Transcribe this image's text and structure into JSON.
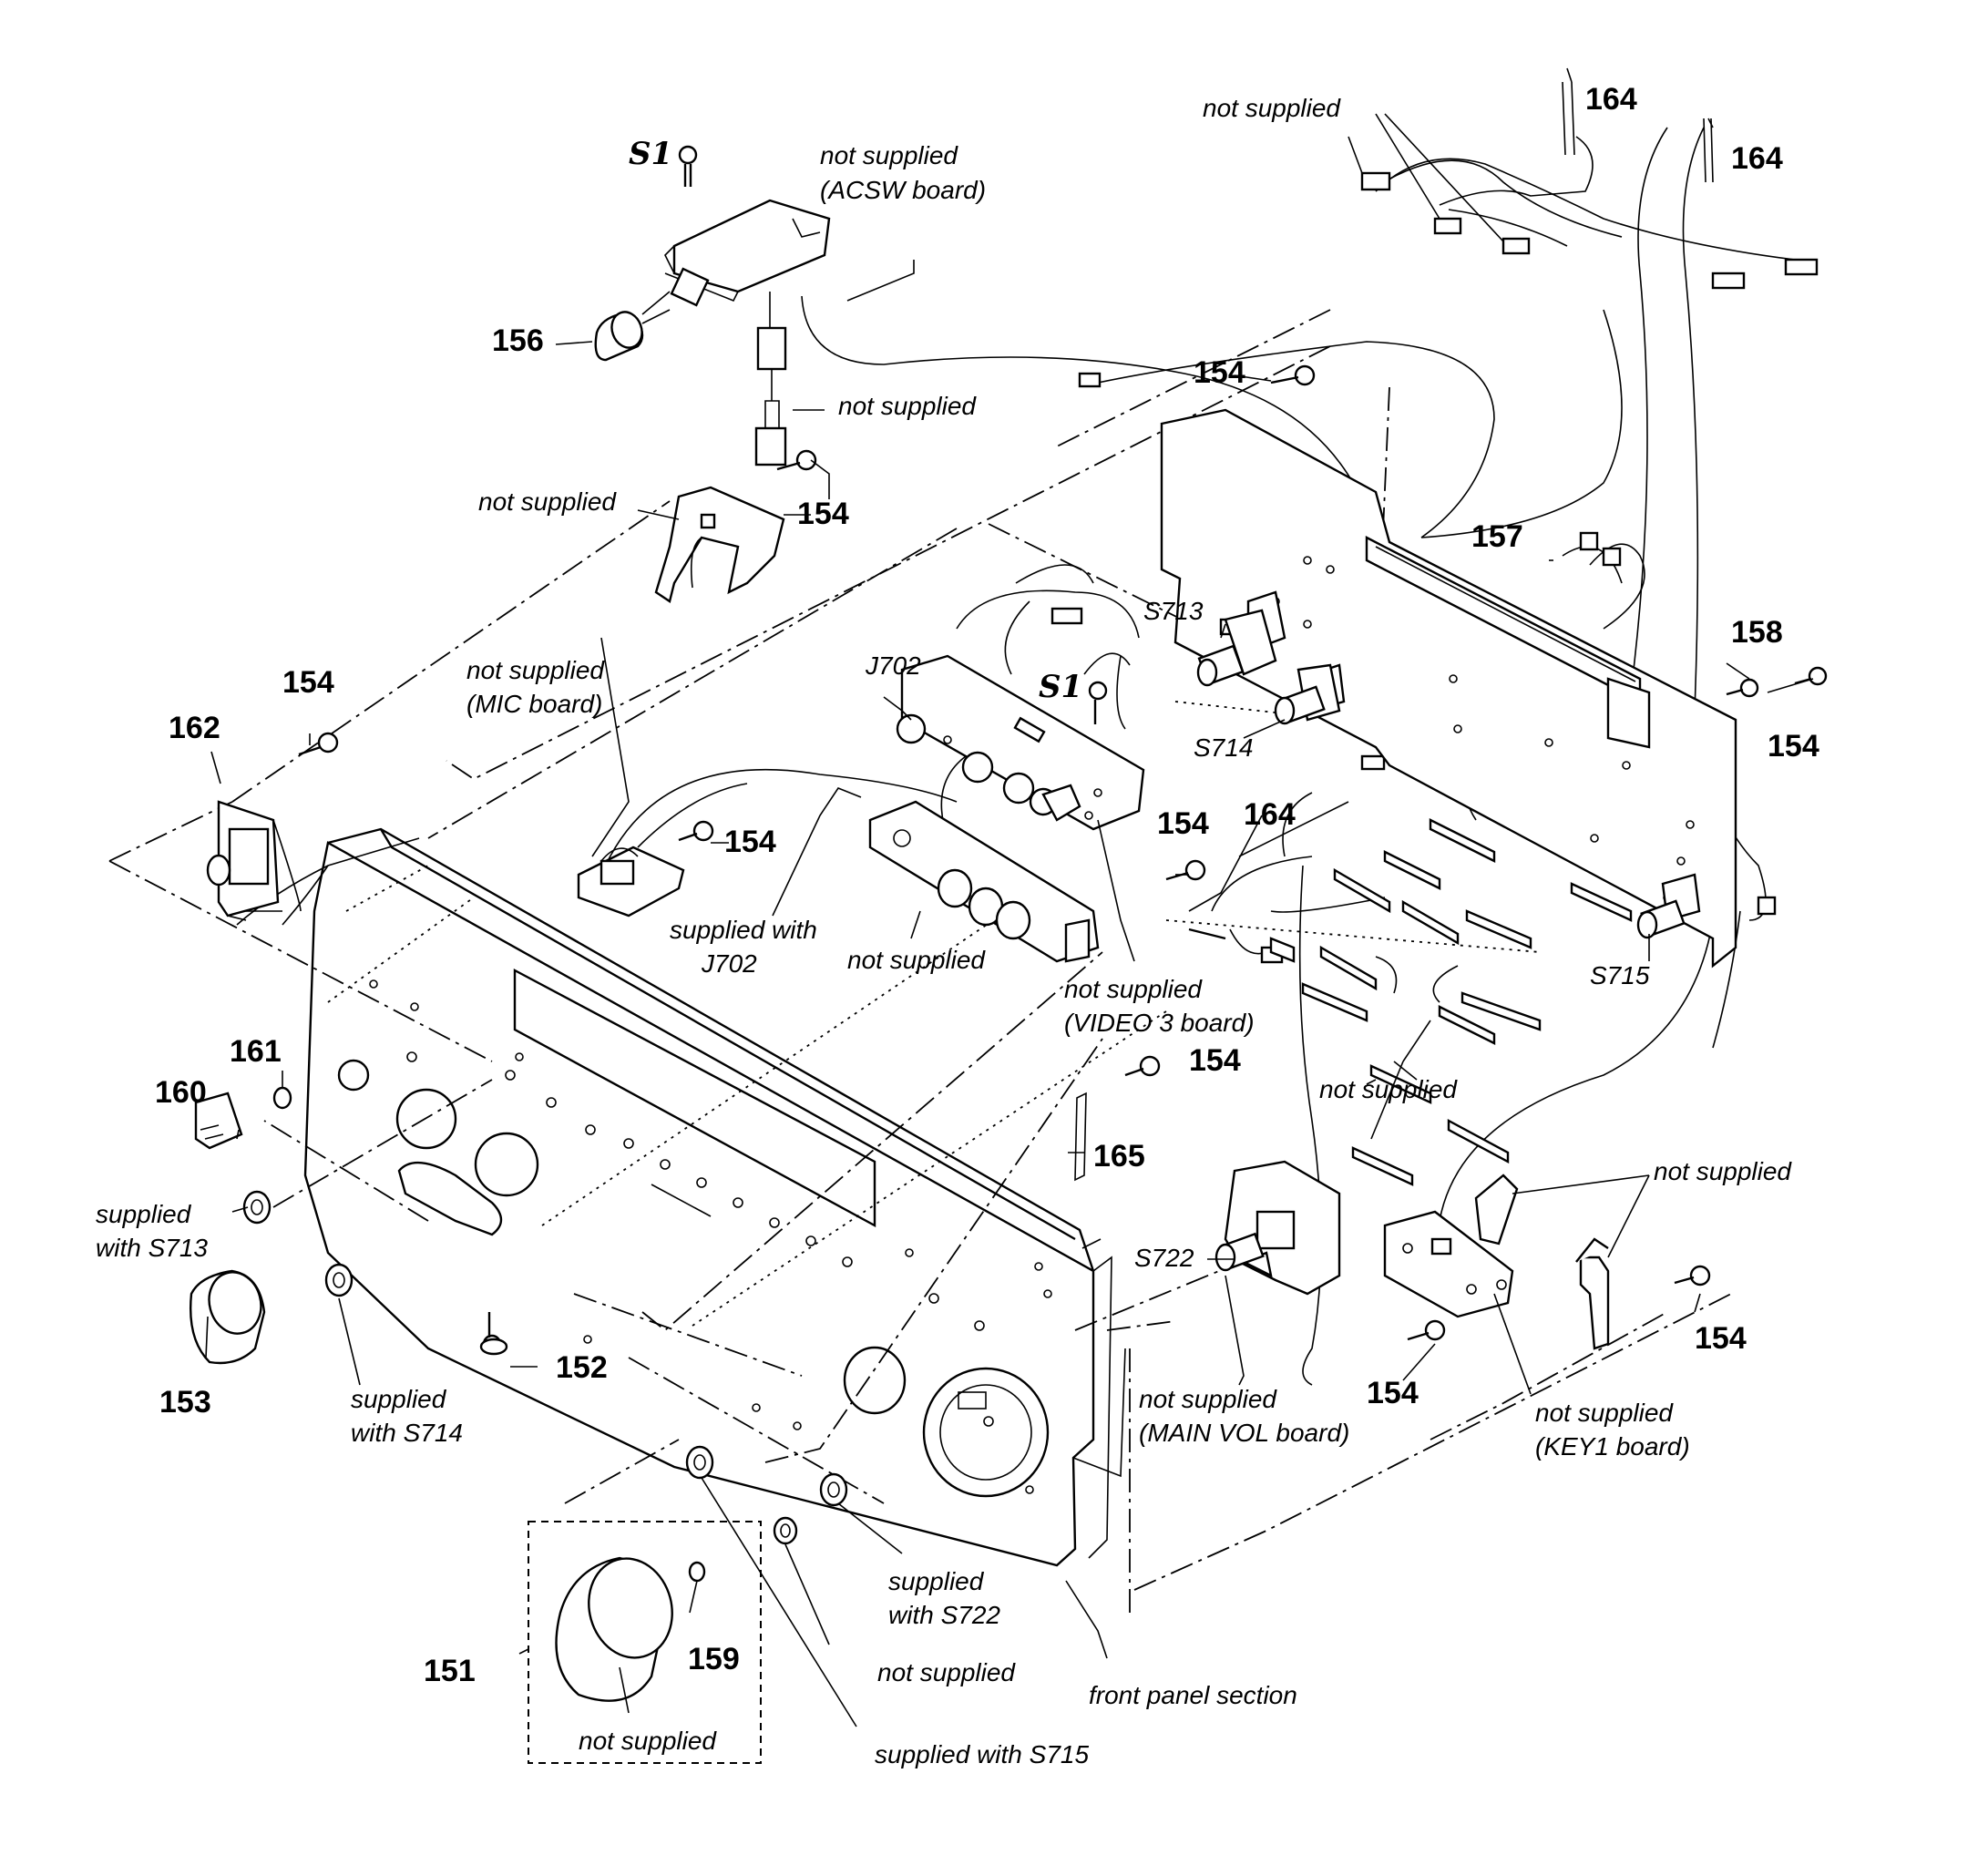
{
  "parts": {
    "p151": "151",
    "p152": "152",
    "p153": "153",
    "p154": "154",
    "p156": "156",
    "p157": "157",
    "p158": "158",
    "p159": "159",
    "p160": "160",
    "p161": "161",
    "p162": "162",
    "p164": "164",
    "p165": "165",
    "s1": "S1"
  },
  "refs": {
    "j702": "J702",
    "s713": "S713",
    "s714": "S714",
    "s715": "S715",
    "s722": "S722"
  },
  "notes": {
    "not_supplied": "not supplied",
    "acsw_board": "(ACSW board)",
    "mic_board": "(MIC board)",
    "video3_board": "(VIDEO 3 board)",
    "mainvol_board": "(MAIN VOL board)",
    "key1_board": "(KEY1 board)",
    "supplied": "supplied",
    "supplied_with": "supplied with",
    "with_s713": "with S713",
    "with_s714": "with S714",
    "with_s722": "with S722",
    "with_j702": "J702",
    "supplied_with_s715": "supplied with S715",
    "front_panel_section": "front panel section"
  }
}
